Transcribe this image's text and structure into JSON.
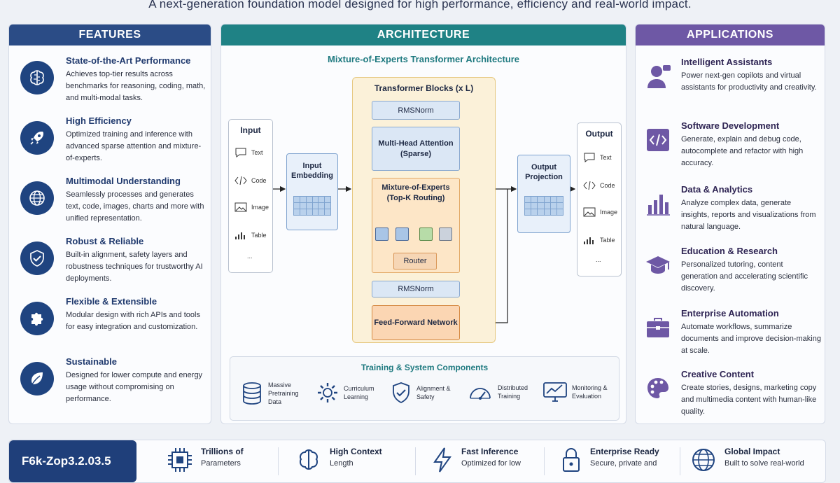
{
  "tagline": "A next-generation foundation model designed for high performance, efficiency and real-world impact.",
  "colors": {
    "features_header": "#2b4c86",
    "architecture_header": "#1f8285",
    "applications_header": "#6e58a5",
    "brand_badge": "#1f3f7a"
  },
  "features": {
    "title": "FEATURES",
    "items": [
      {
        "icon": "brain-icon",
        "title": "State-of-the-Art Performance",
        "desc": "Achieves top-tier results across benchmarks for reasoning, coding, math, and multi-modal tasks."
      },
      {
        "icon": "rocket-icon",
        "title": "High Efficiency",
        "desc": "Optimized training and inference with advanced sparse attention and mixture-of-experts."
      },
      {
        "icon": "globe-icon",
        "title": "Multimodal Understanding",
        "desc": "Seamlessly processes and generates text, code, images, charts and more with unified representation."
      },
      {
        "icon": "shield-check-icon",
        "title": "Robust & Reliable",
        "desc": "Built-in alignment, safety layers and robustness techniques for trustworthy AI deployments."
      },
      {
        "icon": "puzzle-icon",
        "title": "Flexible & Extensible",
        "desc": "Modular design with rich APIs and tools for easy integration and customization."
      },
      {
        "icon": "leaf-icon",
        "title": "Sustainable",
        "desc": "Designed for lower compute and energy usage without compromising on performance."
      }
    ]
  },
  "architecture": {
    "title": "ARCHITECTURE",
    "subtitle": "Mixture-of-Experts Transformer Architecture",
    "input": {
      "title": "Input",
      "items": [
        "Text",
        "Code",
        "Image",
        "Table"
      ],
      "more": "..."
    },
    "embedding": "Input Embedding",
    "block_title": "Transformer Blocks (x L)",
    "rmsnorm_1": "RMSNorm",
    "attention": "Multi-Head Attention (Sparse)",
    "moe": "Mixture-of-Experts (Top-K Routing)",
    "router": "Router",
    "rmsnorm_2": "RMSNorm",
    "ffn": "Feed-Forward Network",
    "projection": "Output Projection",
    "output": {
      "title": "Output",
      "items": [
        "Text",
        "Code",
        "Image",
        "Table"
      ],
      "more": "..."
    },
    "plus_symbol": "+",
    "training": {
      "title": "Training & System Components",
      "items": [
        {
          "icon": "database-icon",
          "label": "Massive Pretraining Data"
        },
        {
          "icon": "gear-icon",
          "label": "Curriculum Learning"
        },
        {
          "icon": "shield-check-icon",
          "label": "Alignment & Safety"
        },
        {
          "icon": "gauge-icon",
          "label": "Distributed Training"
        },
        {
          "icon": "monitor-chart-icon",
          "label": "Monitoring & Evaluation"
        }
      ]
    }
  },
  "applications": {
    "title": "APPLICATIONS",
    "items": [
      {
        "icon": "assistant-icon",
        "title": "Intelligent Assistants",
        "desc": "Power next-gen copilots and virtual assistants for productivity and creativity."
      },
      {
        "icon": "code-icon",
        "title": "Software Development",
        "desc": "Generate, explain and debug code, autocomplete and refactor with high accuracy."
      },
      {
        "icon": "bar-chart-icon",
        "title": "Data & Analytics",
        "desc": "Analyze complex data, generate insights, reports and visualizations from natural language."
      },
      {
        "icon": "graduation-cap-icon",
        "title": "Education & Research",
        "desc": "Personalized tutoring, content generation and accelerating scientific discovery."
      },
      {
        "icon": "briefcase-icon",
        "title": "Enterprise Automation",
        "desc": "Automate workflows, summarize documents and improve decision-making at scale."
      },
      {
        "icon": "palette-icon",
        "title": "Creative Content",
        "desc": "Create stories, designs, marketing copy and multimedia content with human-like quality."
      }
    ]
  },
  "bottom": {
    "brand": "F6k-Zop3.2.03.5",
    "stats": [
      {
        "icon": "chip-icon",
        "title": "Trillions of",
        "desc": "Parameters"
      },
      {
        "icon": "brain-icon",
        "title": "High Context",
        "desc": "Length"
      },
      {
        "icon": "lightning-icon",
        "title": "Fast Inference",
        "desc": "Optimized for low"
      },
      {
        "icon": "lock-icon",
        "title": "Enterprise Ready",
        "desc": "Secure, private and"
      },
      {
        "icon": "globe-icon",
        "title": "Global Impact",
        "desc": "Built to solve real-world"
      }
    ]
  }
}
